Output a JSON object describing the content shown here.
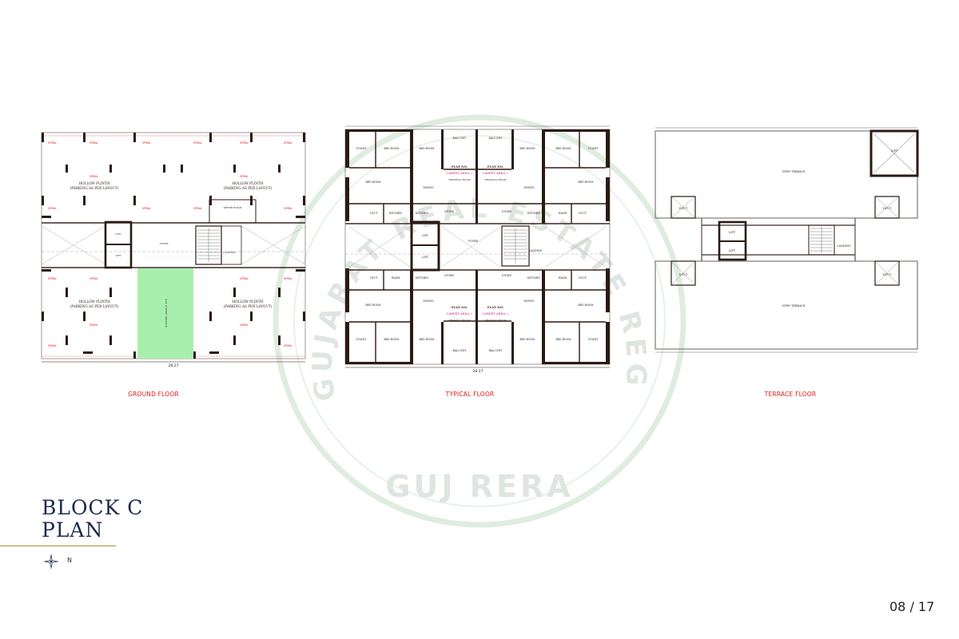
{
  "floors": {
    "ground": {
      "label": "GROUND FLOOR",
      "dimension": "28.27"
    },
    "typical": {
      "label": "TYPICAL FLOOR",
      "dimension": "28.27"
    },
    "terrace": {
      "label": "TERRACE FLOOR"
    }
  },
  "ground_text": {
    "hollow_plinth": "HOLLOW PLINTH",
    "parking": "(PARKING AS PER LAYOUT)",
    "lift": "LIFT",
    "foyer": "FOYER",
    "landing": "LANDING",
    "meter_room": "METER ROOM",
    "passage": "9.14 M WIDE PASSAGE"
  },
  "typical_text": {
    "flat_no": "FLAT NO.",
    "carpet_area": "CARPET AREA =",
    "toilet": "TOILET",
    "bed_room": "BED ROOM",
    "balcony": "BALCONY",
    "kitchen": "KITCHEN",
    "dining": "DINING",
    "drawing_room": "DRAWING ROOM",
    "store": "STORE",
    "wash": "WASH",
    "duct": "DUCT",
    "foyer": "FOYER",
    "lift": "LIFT",
    "landing": "LANDING"
  },
  "terrace_text": {
    "open_terrace": "OPEN TERRACE",
    "duct": "DUCT",
    "lift": "LIFT",
    "landing": "LANDING"
  },
  "watermark": {
    "ring_text": "GUJARAT REAL ESTATE REGULATORY AUTHORITY",
    "bottom_text": "GUJ RERA"
  },
  "title": {
    "line1": "BLOCK C",
    "line2": "PLAN"
  },
  "compass": {
    "north": "N"
  },
  "page": {
    "number": "08 / 17"
  },
  "colors": {
    "wall": "#2b1a14",
    "red": "#e0191c",
    "magenta": "#d11a8a",
    "green_fill": "#a8efae",
    "watermark": "#c6ddc8",
    "title": "#1c2a4a"
  }
}
